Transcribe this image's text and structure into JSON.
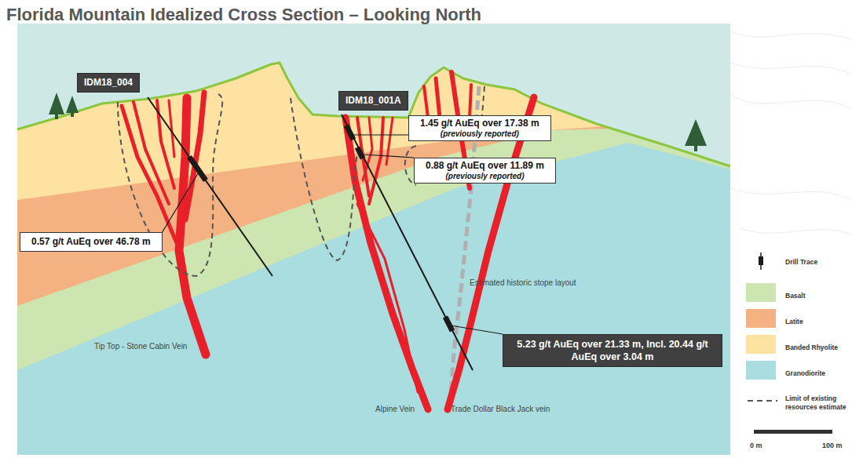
{
  "diagram": {
    "title": "Florida Mountain Idealized Cross Section – Looking North",
    "nodes": [
      {
        "text": [
          "IDM18_004"
        ]
      },
      {
        "text": [
          "IDM18_001A"
        ]
      },
      {
        "text": [
          "1.45 g/t AuEq over 17.38 m",
          "(previously reported)"
        ]
      },
      {
        "text": [
          "0.88 g/t AuEq over 11.89 m",
          "(previously reported)"
        ]
      },
      {
        "text": [
          "0.57 g/t AuEq over 46.78 m"
        ]
      },
      {
        "text": [
          "5.23 g/t AuEq over 21.33 m, Incl. 20.44 g/t AuEq over 3.04 m"
        ]
      }
    ],
    "labels": [
      "Estimated historic stope layout",
      "Tip Top - Stone Cabin Vein",
      "Alpine Vein",
      "Trade Dollar Black Jack vein",
      "0 m",
      "100 m"
    ],
    "legend": [
      {
        "text": "Drill Trace"
      },
      {
        "text": "Basalt",
        "color": "#cde5b0"
      },
      {
        "text": "Latite",
        "color": "#f4b283"
      },
      {
        "text": "Banded Rhyolite",
        "color": "#fde2a2"
      },
      {
        "text": "Granodiorite",
        "color": "#a9dde0"
      },
      {
        "text": "Limit of existing resources estimate"
      }
    ]
  }
}
